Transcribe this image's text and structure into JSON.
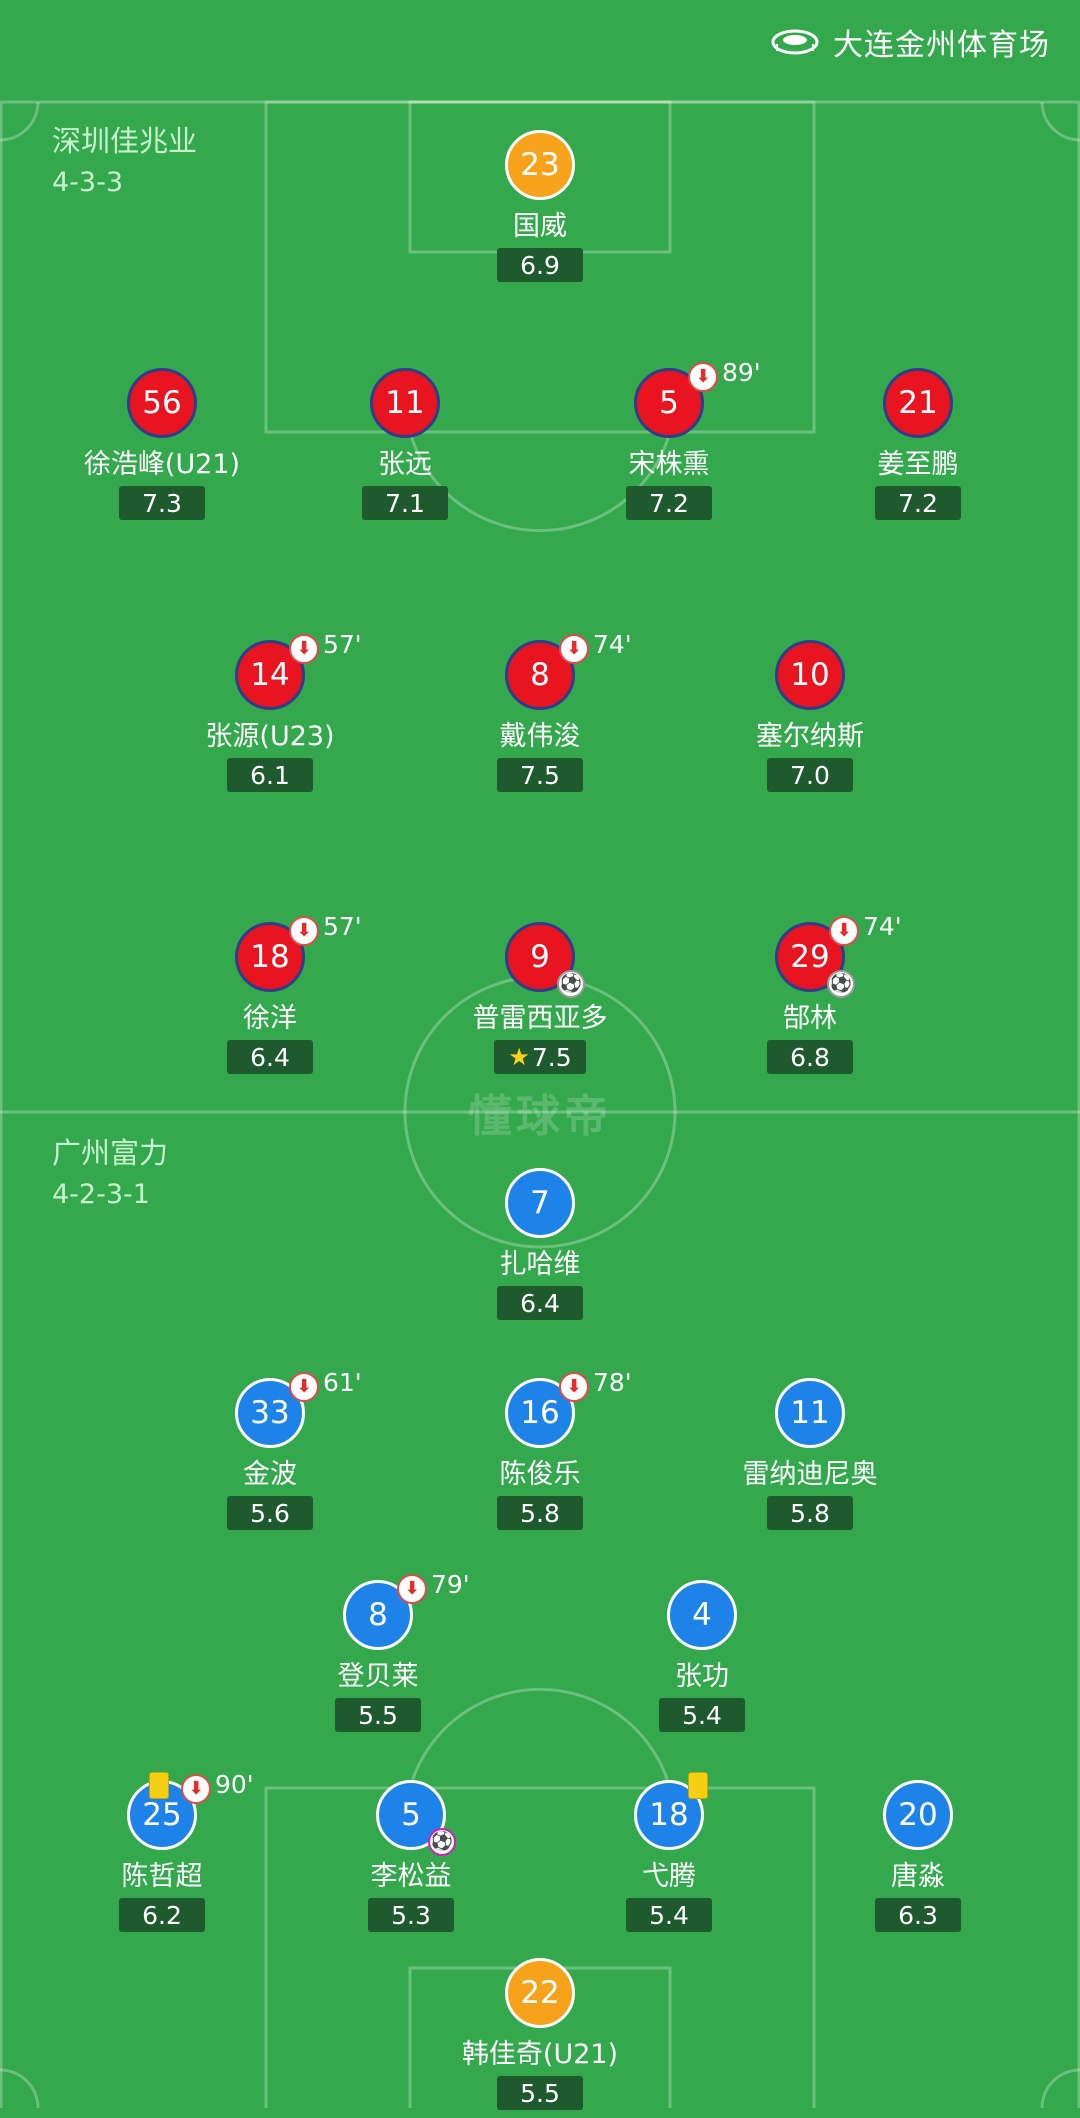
{
  "header": {
    "stadium_icon": "stadium-icon",
    "stadium_name": "大连金州体育场"
  },
  "watermark": "懂球帝",
  "home_team": {
    "name": "深圳佳兆业",
    "formation": "4-3-3",
    "circle_color": "#e8141f",
    "players": [
      {
        "number": "23",
        "name": "国威",
        "rating": "6.9",
        "gk": true
      },
      {
        "number": "56",
        "name": "徐浩峰(U21)",
        "rating": "7.3"
      },
      {
        "number": "11",
        "name": "张远",
        "rating": "7.1"
      },
      {
        "number": "5",
        "name": "宋株熏",
        "rating": "7.2",
        "sub_out": "89'"
      },
      {
        "number": "21",
        "name": "姜至鹏",
        "rating": "7.2"
      },
      {
        "number": "14",
        "name": "张源(U23)",
        "rating": "6.1",
        "sub_out": "57'"
      },
      {
        "number": "8",
        "name": "戴伟浚",
        "rating": "7.5",
        "sub_out": "74'"
      },
      {
        "number": "10",
        "name": "塞尔纳斯",
        "rating": "7.0"
      },
      {
        "number": "18",
        "name": "徐洋",
        "rating": "6.4",
        "sub_out": "57'"
      },
      {
        "number": "9",
        "name": "普雷西亚多",
        "rating": "7.5",
        "goal": true,
        "best": true
      },
      {
        "number": "29",
        "name": "郜林",
        "rating": "6.8",
        "sub_out": "74'",
        "goal": true
      }
    ]
  },
  "away_team": {
    "name": "广州富力",
    "formation": "4-2-3-1",
    "circle_color": "#1e83e8",
    "players": [
      {
        "number": "7",
        "name": "扎哈维",
        "rating": "6.4"
      },
      {
        "number": "33",
        "name": "金波",
        "rating": "5.6",
        "sub_out": "61'"
      },
      {
        "number": "16",
        "name": "陈俊乐",
        "rating": "5.8",
        "sub_out": "78'"
      },
      {
        "number": "11",
        "name": "雷纳迪尼奥",
        "rating": "5.8"
      },
      {
        "number": "8",
        "name": "登贝莱",
        "rating": "5.5",
        "sub_out": "79'"
      },
      {
        "number": "4",
        "name": "张功",
        "rating": "5.4"
      },
      {
        "number": "25",
        "name": "陈哲超",
        "rating": "6.2",
        "sub_out": "90'",
        "yellow_card": true
      },
      {
        "number": "5",
        "name": "李松益",
        "rating": "5.3",
        "own_goal": true
      },
      {
        "number": "18",
        "name": "弋腾",
        "rating": "5.4",
        "yellow_card": true
      },
      {
        "number": "20",
        "name": "唐淼",
        "rating": "6.3"
      },
      {
        "number": "22",
        "name": "韩佳奇(U21)",
        "rating": "5.5",
        "gk": true
      }
    ]
  },
  "icons": {
    "substitution": "substitution-out-icon",
    "goal": "goal-ball-icon",
    "own_goal": "own-goal-ball-icon",
    "yellow_card": "yellow-card-icon",
    "best_player": "star-icon"
  }
}
